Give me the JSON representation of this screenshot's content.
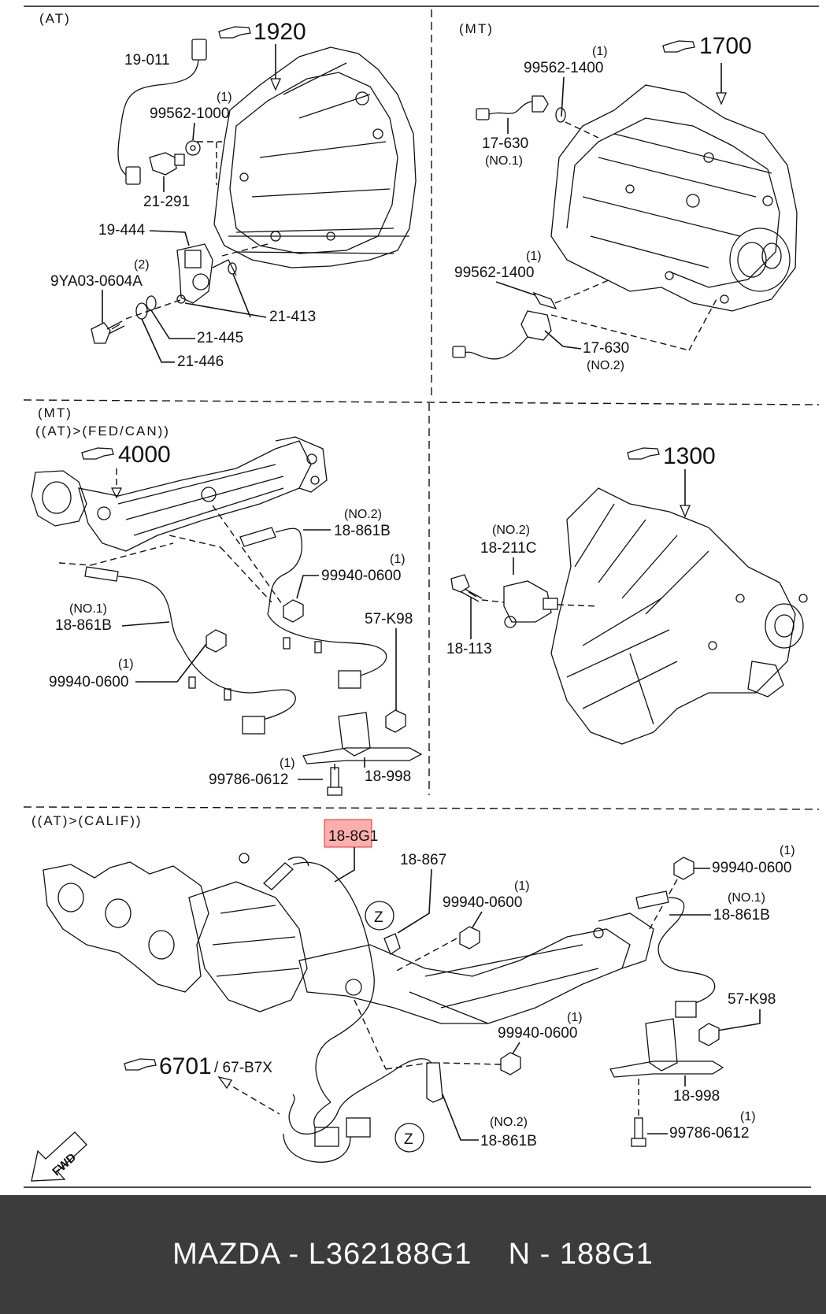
{
  "sections": {
    "at_top": "(AT)",
    "mt_top": "(MT)",
    "mid_left_1": "(MT)",
    "mid_left_2": "((AT)>(FED/CAN))",
    "bottom": "((AT)>(CALIF))"
  },
  "refs": {
    "r1920": "1920",
    "r1700": "1700",
    "r4000": "4000",
    "r1300": "1300",
    "r6701": "6701",
    "r67b7x": "/ 67-B7X"
  },
  "labels": {
    "p19011": "19-011",
    "p99562_1000_q": "(1)",
    "p99562_1000": "99562-1000",
    "p21291": "21-291",
    "p19444": "19-444",
    "p9ya03_q": "(2)",
    "p9ya03": "9YA03-0604A",
    "p21413": "21-413",
    "p21445": "21-445",
    "p21446": "21-446",
    "p99562_1400a_q": "(1)",
    "p99562_1400a": "99562-1400",
    "p17630a": "17-630",
    "p17630a_no": "(NO.1)",
    "p99562_1400b_q": "(1)",
    "p99562_1400b": "99562-1400",
    "p17630b": "17-630",
    "p17630b_no": "(NO.2)",
    "m_no2": "(NO.2)",
    "m_18861b_a": "18-861B",
    "m_99940_q": "(1)",
    "m_99940": "99940-0600",
    "m_57k98": "57-K98",
    "m_no1": "(NO.1)",
    "m_18861b_b": "18-861B",
    "m_99940b_q": "(1)",
    "m_99940b": "99940-0600",
    "m_99786_q": "(1)",
    "m_99786": "99786-0612",
    "m_18998": "18-998",
    "r_no2": "(NO.2)",
    "r_18211c": "18-211C",
    "r_18113": "18-113",
    "b_188g1": "18-8G1",
    "b_18867": "18-867",
    "b_99940a_q": "(1)",
    "b_99940a": "99940-0600",
    "b_99940b_q": "(1)",
    "b_99940b": "99940-0600",
    "b_no1": "(NO.1)",
    "b_18861b_a": "18-861B",
    "b_57k98": "57-K98",
    "b_99940c_q": "(1)",
    "b_99940c": "99940-0600",
    "b_18998": "18-998",
    "b_99786_q": "(1)",
    "b_99786": "99786-0612",
    "b_no2": "(NO.2)",
    "b_18861b_b": "18-861B",
    "b_z1": "Z",
    "b_z2": "Z",
    "fwd": "FWD"
  },
  "footer": {
    "caption": "MAZDA - L362188G1    N - 188G1"
  },
  "colors": {
    "highlight": "#ff6b6b",
    "footer_bg": "#3c3c3c",
    "footer_text": "#ffffff"
  }
}
